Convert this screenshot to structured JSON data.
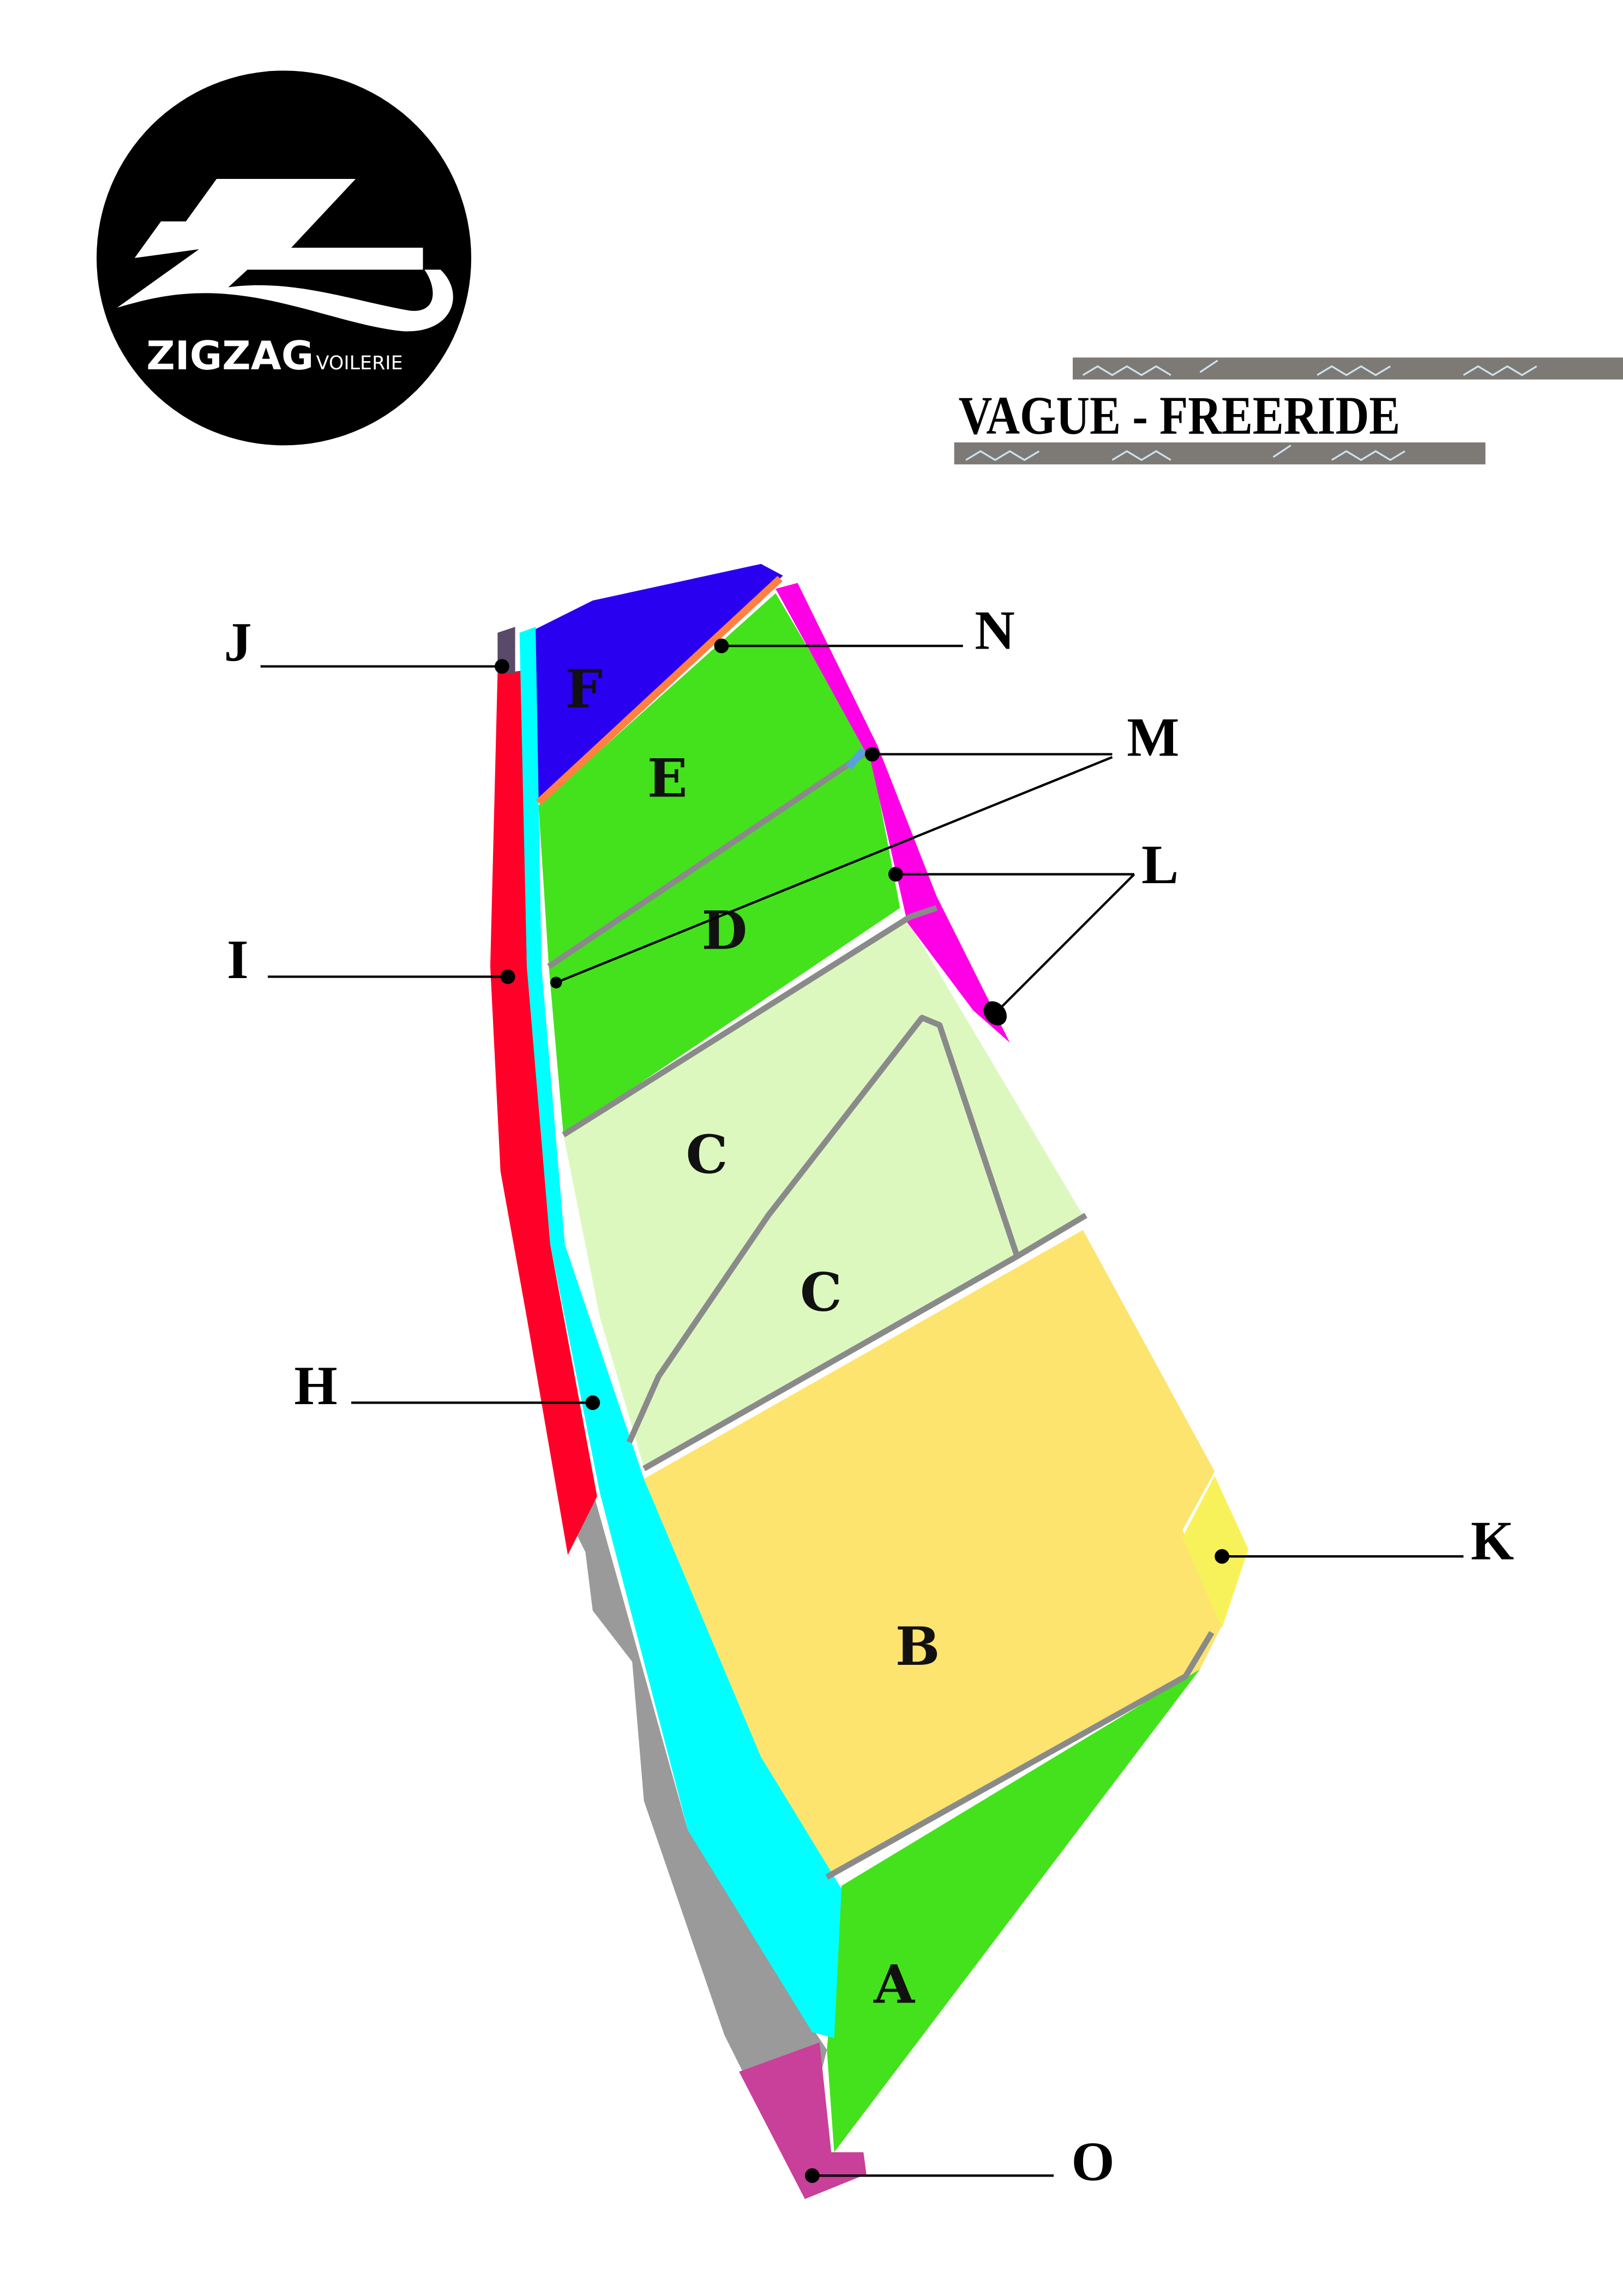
{
  "brand": {
    "name": "ZIGZAG",
    "sub": "VOILERIE"
  },
  "title": "VAGUE - FREERIDE",
  "zones": {
    "A": "A",
    "B": "B",
    "C1": "C",
    "C2": "C",
    "D": "D",
    "E": "E",
    "F": "F"
  },
  "callouts": {
    "J": "J",
    "N": "N",
    "M": "M",
    "L": "L",
    "I": "I",
    "H": "H",
    "K": "K",
    "O": "O"
  },
  "colors": {
    "A": "#44e21c",
    "B": "#fde46e",
    "C": "#dcf8bf",
    "D": "#44e21c",
    "E": "#44e21c",
    "F": "#2a00f0",
    "H": "#00ffff",
    "I": "#ff0028",
    "K": "#f8f25a",
    "N": "#ff00e6",
    "O": "#c8409a",
    "J": "#5a4a6a",
    "carbon": "#9a9a9a",
    "orange": "#ff8040"
  }
}
